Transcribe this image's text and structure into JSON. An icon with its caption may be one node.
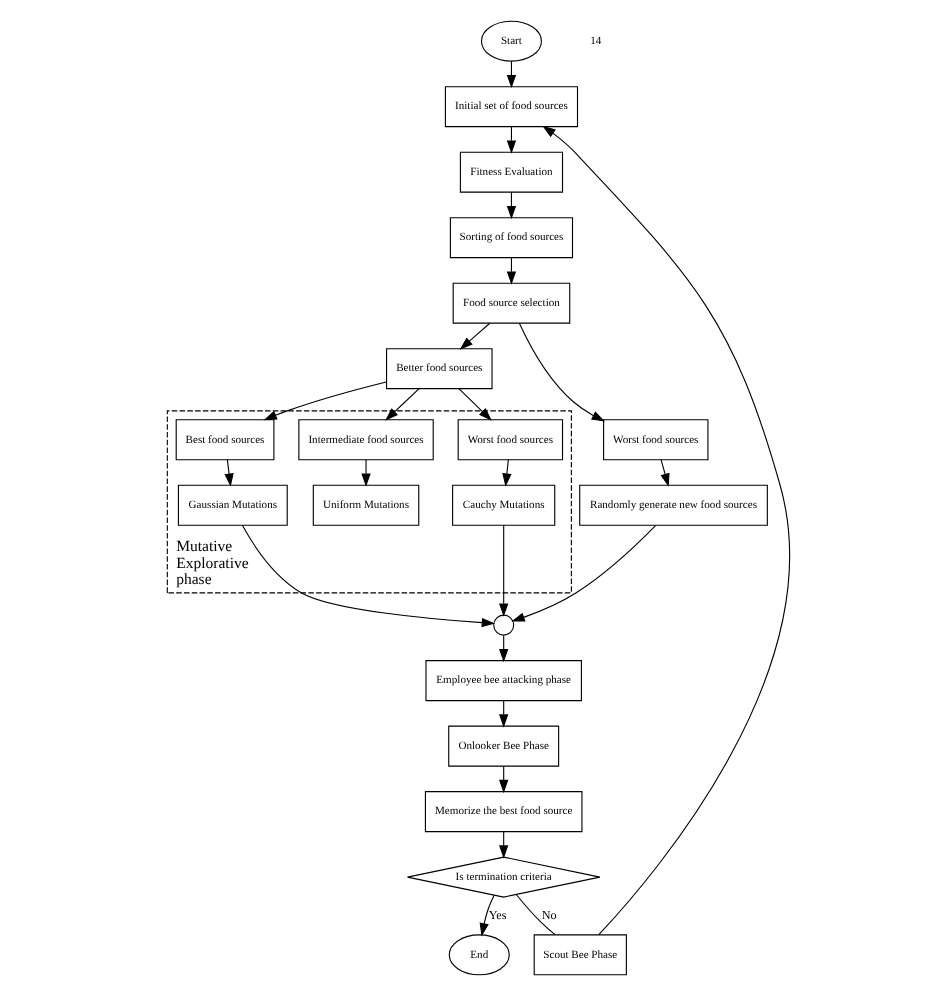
{
  "diagram": {
    "nodes": [
      {
        "text": [
          "Start"
        ]
      },
      {
        "text": [
          "Initial set of food sources"
        ]
      },
      {
        "text": [
          "Fitness Evaluation"
        ]
      },
      {
        "text": [
          "Sorting of food sources"
        ]
      },
      {
        "text": [
          "Food source selection"
        ]
      },
      {
        "text": [
          "Better food sources"
        ]
      },
      {
        "text": [
          "Worst food sources"
        ]
      },
      {
        "text": [
          "Mutative Explorative phase"
        ]
      },
      {
        "text": [
          "Best food sources"
        ],
        "in": 7
      },
      {
        "text": [
          "Intermediate food sources"
        ],
        "in": 7
      },
      {
        "text": [
          "Worst food sources"
        ],
        "in": 7
      },
      {
        "text": [
          "Gaussian Mutations"
        ],
        "in": 7
      },
      {
        "text": [
          "Uniform Mutations"
        ],
        "in": 7
      },
      {
        "text": [
          "Cauchy Mutations"
        ],
        "in": 7
      },
      {
        "text": [
          "Randomly generate new food sources"
        ]
      },
      {
        "text": [],
        "shape": "circle"
      },
      {
        "text": [
          "Employee bee attacking phase"
        ]
      },
      {
        "text": [
          "Onlooker Bee Phase"
        ]
      },
      {
        "text": [
          "Memorize the best food source"
        ]
      },
      {
        "text": [
          "Is termination criteria"
        ]
      },
      {
        "text": [
          "End"
        ]
      },
      {
        "text": [
          "Scout Bee Phase"
        ]
      }
    ],
    "edges": [
      {
        "from": 0,
        "to": 1,
        "arrow": "to"
      },
      {
        "from": 1,
        "to": 2,
        "arrow": "to"
      },
      {
        "from": 2,
        "to": 3,
        "arrow": "to"
      },
      {
        "from": 3,
        "to": 4,
        "arrow": "to"
      },
      {
        "from": 4,
        "to": 5,
        "arrow": "to"
      },
      {
        "from": 4,
        "to": 6,
        "arrow": "to"
      },
      {
        "from": 5,
        "to": 8,
        "arrow": "to"
      },
      {
        "from": 5,
        "to": 9,
        "arrow": "to"
      },
      {
        "from": 5,
        "to": 10,
        "arrow": "to"
      },
      {
        "from": 8,
        "to": 11,
        "arrow": "to"
      },
      {
        "from": 9,
        "to": 12,
        "arrow": "to"
      },
      {
        "from": 10,
        "to": 13,
        "arrow": "to"
      },
      {
        "from": 11,
        "to": 15,
        "arrow": "to"
      },
      {
        "from": 13,
        "to": 15,
        "arrow": "to"
      },
      {
        "from": 6,
        "to": 14,
        "arrow": "to"
      },
      {
        "from": 14,
        "to": 15,
        "arrow": "to"
      },
      {
        "from": 15,
        "to": 16,
        "arrow": "to"
      },
      {
        "from": 16,
        "to": 17,
        "arrow": "to"
      },
      {
        "from": 17,
        "to": 18,
        "arrow": "to"
      },
      {
        "from": 18,
        "to": 19,
        "arrow": "to"
      },
      {
        "from": 19,
        "to": 20,
        "label": "Yes",
        "arrow": "to"
      },
      {
        "from": 19,
        "to": 21,
        "label": "No",
        "arrow": "none"
      },
      {
        "from": 21,
        "to": 1,
        "arrow": "to"
      }
    ],
    "labels": [
      "14"
    ]
  }
}
